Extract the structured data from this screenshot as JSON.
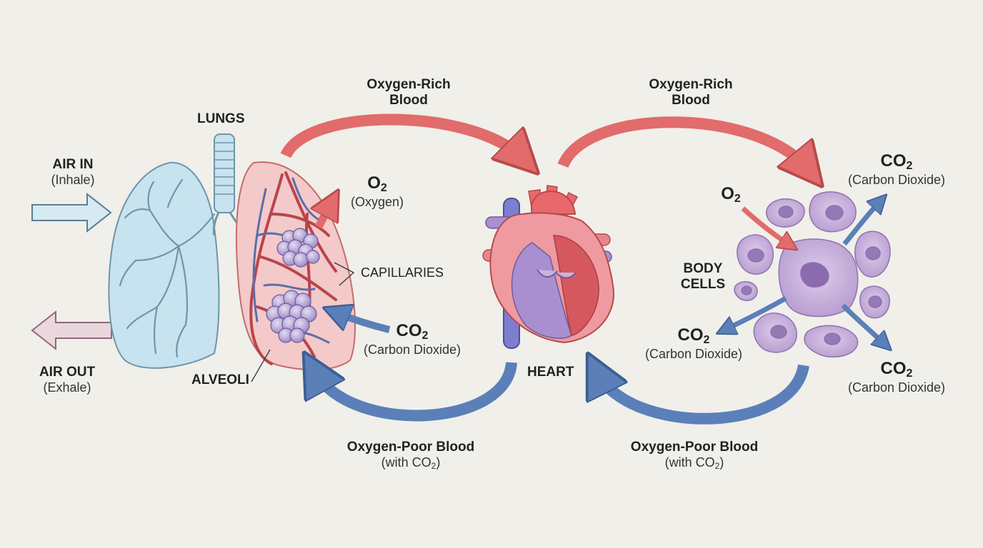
{
  "colors": {
    "oxygen_rich": "#e26b6b",
    "oxygen_poor": "#5b7fb8",
    "lung": "#bfe0ee",
    "cell": "#c9b3dc"
  },
  "labels": {
    "lungs": "LUNGS",
    "air_in": "AIR IN",
    "inhale": "(Inhale)",
    "air_out": "AIR OUT",
    "exhale": "(Exhale)",
    "alveoli": "ALVEOLI",
    "capillaries": "CAPILLARIES",
    "heart": "HEART",
    "body": "BODY",
    "cells": "CELLS"
  },
  "gases": {
    "o2_base": "O",
    "co2_base": "CO",
    "sub2": "2",
    "oxygen": "(Oxygen)",
    "carbon_dioxide": "(Carbon Dioxide)"
  },
  "flows": {
    "oxygen_rich_line1": "Oxygen-Rich",
    "oxygen_rich_line2": "Blood",
    "oxygen_poor": "Oxygen-Poor Blood",
    "with_co2_prefix": "(with CO",
    "with_co2_suffix": ")"
  }
}
